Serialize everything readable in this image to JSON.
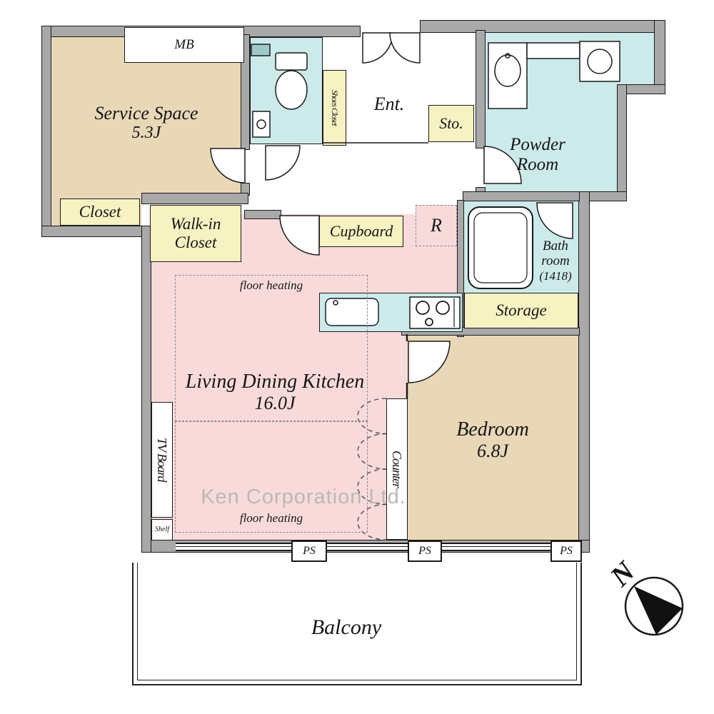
{
  "plan": {
    "labels": {
      "mb": "MB",
      "service_space_name": "Service Space",
      "service_space_size": "5.3J",
      "closet": "Closet",
      "walkin_line1": "Walk-in",
      "walkin_line2": "Closet",
      "shoes_closet": "Shoes Closet",
      "entrance": "Ent.",
      "sto": "Sto.",
      "powder_line1": "Powder",
      "powder_line2": "Room",
      "cupboard": "Cupboard",
      "refrigerator": "R",
      "bath_line1": "Bath",
      "bath_line2": "room",
      "bath_line3": "(1418)",
      "storage": "Storage",
      "ldk_name": "Living Dining Kitchen",
      "ldk_size": "16.0J",
      "floor_heating": "floor heating",
      "tv_board": "TV Board",
      "shelf": "Shelf",
      "counter": "Counter",
      "bedroom_name": "Bedroom",
      "bedroom_size": "6.8J",
      "ps": "PS",
      "balcony": "Balcony",
      "compass_n": "N"
    },
    "watermark": "Ken Corporation Ltd.",
    "colors": {
      "room_beige": "#e9d8b7",
      "room_pink": "#f9dada",
      "room_cyan": "#cdeaea",
      "room_yellow": "#f6f2c2",
      "wall_gray": "#a9a9a9",
      "line_black": "#1a1a1a"
    }
  }
}
